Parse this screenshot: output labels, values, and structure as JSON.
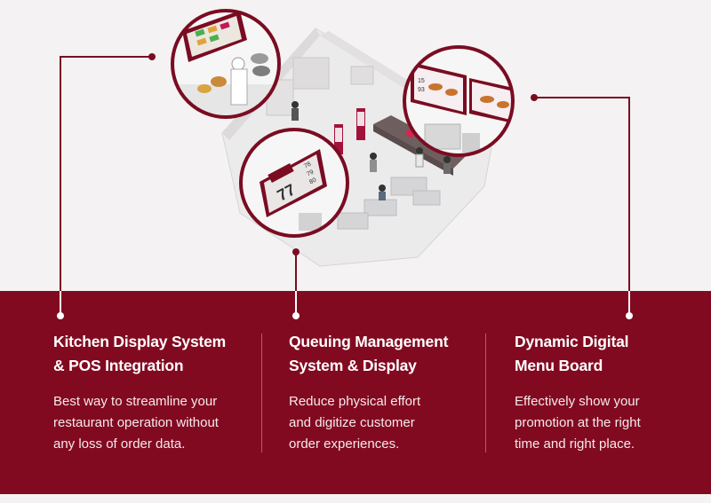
{
  "colors": {
    "brand": "#820a20",
    "connector": "#7a0c22",
    "background": "#f4f2f2"
  },
  "features": [
    {
      "title_line1": "Kitchen Display System",
      "title_line2": "& POS Integration",
      "desc_line1": "Best way to streamline your",
      "desc_line2": "restaurant operation without",
      "desc_line3": "any loss of order data."
    },
    {
      "title_line1": "Queuing Management",
      "title_line2": "System & Display",
      "desc_line1": "Reduce physical effort",
      "desc_line2": "and digitize customer",
      "desc_line3": "order experiences."
    },
    {
      "title_line1": "Dynamic Digital",
      "title_line2": "Menu Board",
      "desc_line1": "Effectively show your",
      "desc_line2": "promotion at the right",
      "desc_line3": "time and right place."
    }
  ],
  "illustration": {
    "queue_numbers": {
      "current": "77",
      "list_1": "78",
      "list_2": "79",
      "list_3": "80"
    },
    "menu_board_numbers": {
      "a": "15",
      "b": "93"
    }
  }
}
